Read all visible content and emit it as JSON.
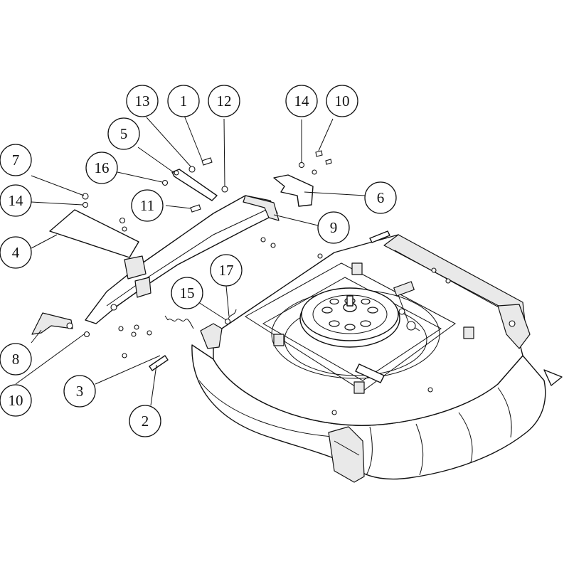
{
  "callouts": [
    {
      "id": "c1",
      "label": "1"
    },
    {
      "id": "c2",
      "label": "2"
    },
    {
      "id": "c3",
      "label": "3"
    },
    {
      "id": "c4",
      "label": "4"
    },
    {
      "id": "c5",
      "label": "5"
    },
    {
      "id": "c6",
      "label": "6"
    },
    {
      "id": "c7",
      "label": "7"
    },
    {
      "id": "c8",
      "label": "8"
    },
    {
      "id": "c9",
      "label": "9"
    },
    {
      "id": "c10a",
      "label": "10"
    },
    {
      "id": "c10b",
      "label": "10"
    },
    {
      "id": "c11",
      "label": "11"
    },
    {
      "id": "c12",
      "label": "12"
    },
    {
      "id": "c13",
      "label": "13"
    },
    {
      "id": "c14a",
      "label": "14"
    },
    {
      "id": "c14b",
      "label": "14"
    },
    {
      "id": "c15",
      "label": "15"
    },
    {
      "id": "c16",
      "label": "16"
    },
    {
      "id": "c17",
      "label": "17"
    }
  ]
}
